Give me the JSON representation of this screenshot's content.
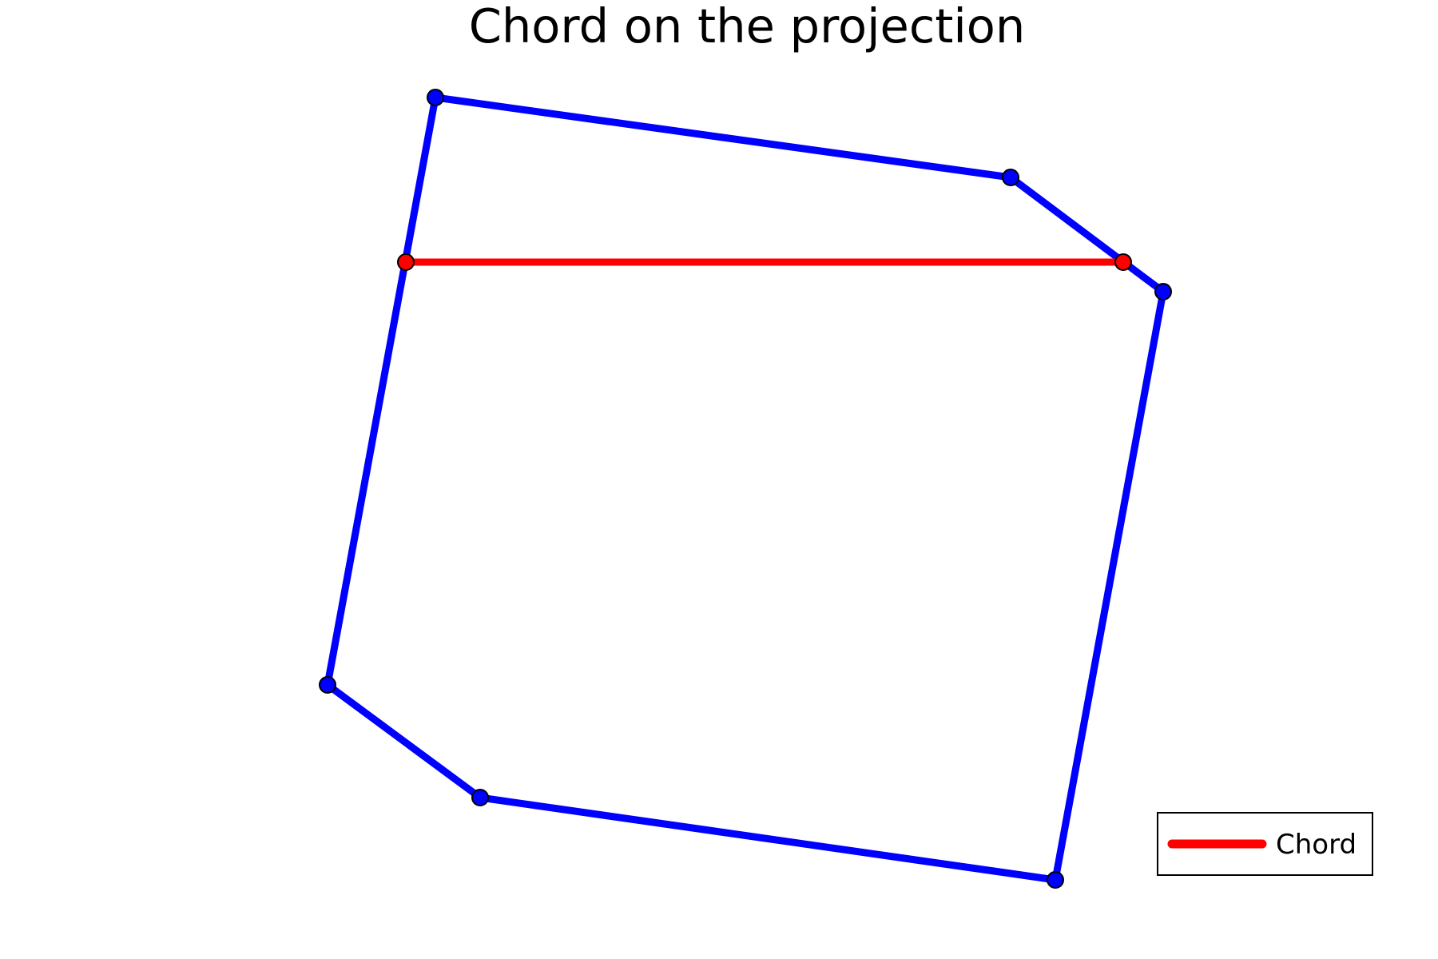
{
  "title": "Chord on the projection",
  "colors": {
    "polygon": "#0000ff",
    "chord": "#ff0000",
    "marker_edge": "#000000",
    "background": "#ffffff"
  },
  "chart_data": {
    "type": "line",
    "title": "Chord on the projection",
    "xlabel": "",
    "ylabel": "",
    "axes_visible": false,
    "grid": false,
    "legend": {
      "position": "bottom-right",
      "entries": [
        "Chord"
      ]
    },
    "xlim": [
      0,
      1800
    ],
    "ylim": [
      -1200,
      0
    ],
    "series": [
      {
        "color": "#0000ff",
        "closed": true,
        "marker": "circle",
        "points": [
          {
            "x": 545,
            "y": -122
          },
          {
            "x": 1265,
            "y": -222
          },
          {
            "x": 1456,
            "y": -365
          },
          {
            "x": 1321,
            "y": -1101
          },
          {
            "x": 601,
            "y": -998
          },
          {
            "x": 410,
            "y": -857
          }
        ]
      },
      {
        "name": "Chord",
        "color": "#ff0000",
        "closed": false,
        "marker": "circle",
        "points": [
          {
            "x": 508,
            "y": -328
          },
          {
            "x": 1406,
            "y": -328
          }
        ]
      }
    ]
  }
}
